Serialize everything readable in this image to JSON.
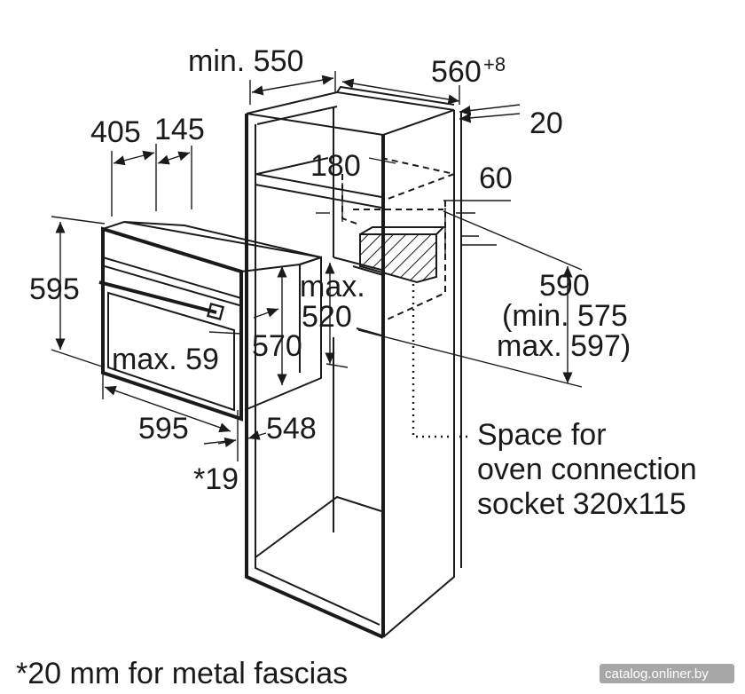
{
  "labels": {
    "min_550": "min. 550",
    "w_560": "560",
    "w_560_sup": "+8",
    "d_20": "20",
    "d_405": "405",
    "d_145": "145",
    "d_180": "180",
    "d_60": "60",
    "h_595": "595",
    "max": "max.",
    "v_520": "520",
    "h_590": "590",
    "min_575": "(min. 575",
    "max_597": "max. 597)",
    "max_59": "max. 59",
    "v_570": "570",
    "w_595": "595",
    "v_548": "548",
    "note_19": "*19",
    "socket_line1": "Space for",
    "socket_line2": "oven connection",
    "socket_line3": "socket 320x115",
    "footnote": "*20 mm for metal fascias"
  },
  "watermark": "catalog.onliner.by"
}
